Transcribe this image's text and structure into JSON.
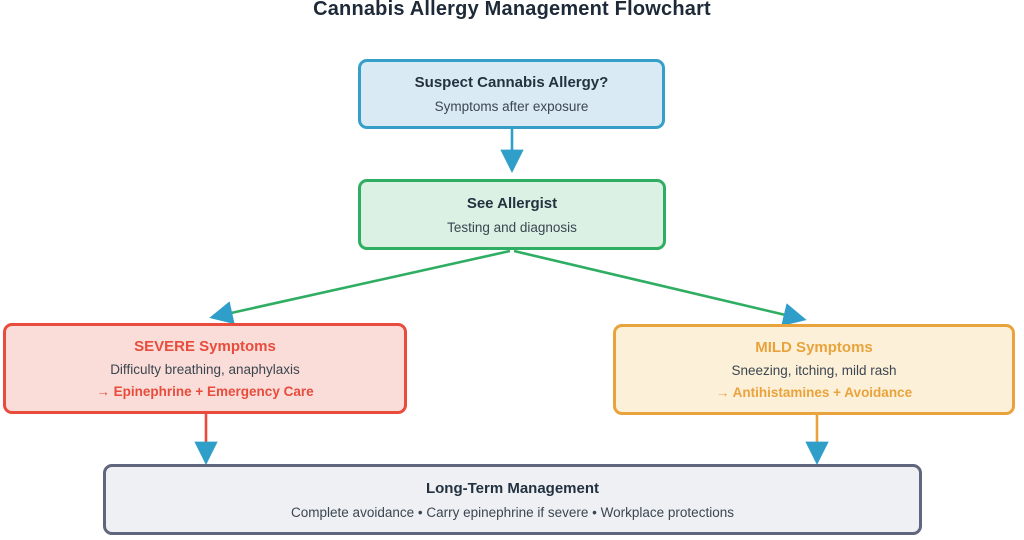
{
  "title": "Cannabis Allergy Management Flowchart",
  "palette": {
    "blue": "#2F9EC9",
    "green": "#2FAE63",
    "red": "#E74C3C",
    "orange": "#E9A33C",
    "slate": "#60667E",
    "arrowhead": "#2F9EC9"
  },
  "nodes": {
    "suspect": {
      "title": "Suspect Cannabis Allergy?",
      "subtitle": "Symptoms after exposure"
    },
    "allergist": {
      "title": "See Allergist",
      "subtitle": "Testing and diagnosis"
    },
    "severe": {
      "title": "SEVERE Symptoms",
      "subtitle": "Difficulty breathing, anaphylaxis",
      "action": "→ Epinephrine + Emergency Care"
    },
    "mild": {
      "title": "MILD Symptoms",
      "subtitle": "Sneezing, itching, mild rash",
      "action": "→ Antihistamines + Avoidance"
    },
    "longterm": {
      "title": "Long-Term Management",
      "subtitle": "Complete avoidance • Carry epinephrine if severe • Workplace protections"
    }
  },
  "edges": [
    {
      "from": "suspect",
      "to": "allergist",
      "line_color_key": "blue"
    },
    {
      "from": "allergist",
      "to": "severe",
      "line_color_key": "green"
    },
    {
      "from": "allergist",
      "to": "mild",
      "line_color_key": "green"
    },
    {
      "from": "severe",
      "to": "longterm",
      "line_color_key": "red"
    },
    {
      "from": "mild",
      "to": "longterm",
      "line_color_key": "orange"
    }
  ]
}
